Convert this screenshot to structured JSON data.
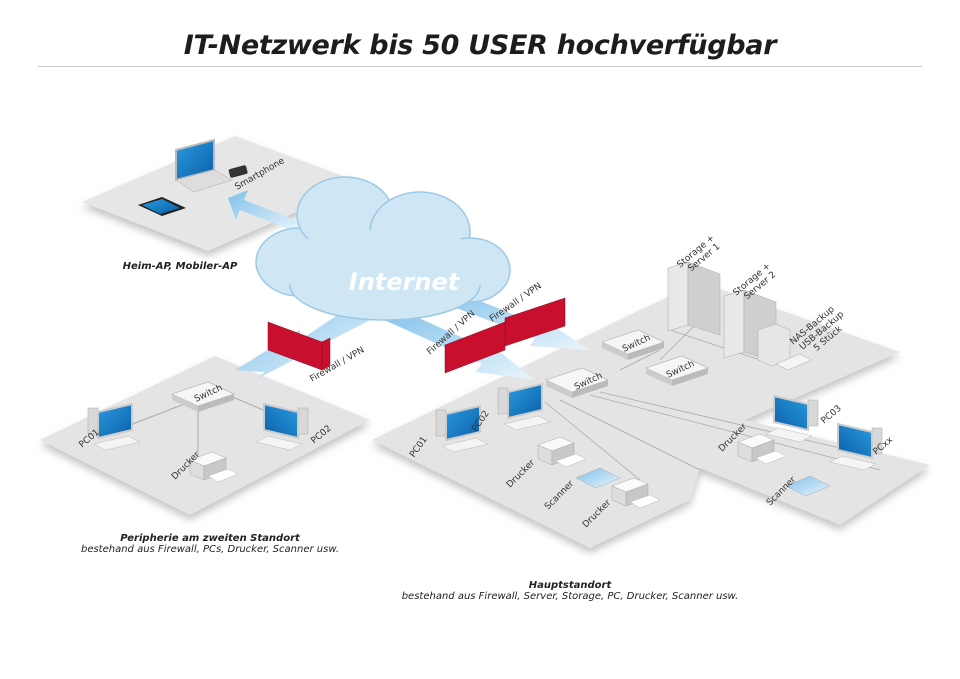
{
  "title": "IT-Netzwerk bis 50 USER hochverfügbar",
  "cloud": {
    "label": "Internet"
  },
  "home": {
    "caption": "Heim-AP, Mobiler-AP",
    "devices": [
      "Smartphone"
    ]
  },
  "site2": {
    "caption_title": "Peripherie am zweiten Standort",
    "caption_sub": "bestehand aus Firewall, PCs, Drucker, Scanner usw.",
    "labels": {
      "switch": "Switch",
      "pc1": "PC01",
      "pc2": "PC02",
      "printer": "Drucker",
      "firewall": "Firewall / VPN"
    }
  },
  "main": {
    "caption_title": "Hauptstandort",
    "caption_sub": "bestehand aus Firewall, Server, Storage, PC, Drucker, Scanner usw.",
    "labels": {
      "switch": "Switch",
      "server1": [
        "Storage +",
        "Server 1"
      ],
      "server2": [
        "Storage +",
        "Server 2"
      ],
      "nas": [
        "NAS-Backup",
        "USB-Backup",
        "5 Stück"
      ],
      "pc1": "PC01",
      "pc2": "PC02",
      "pc3": "PC03",
      "pcxx": "PCxx",
      "printer": "Drucker",
      "scanner": "Scanner",
      "firewall": "Firewall / VPN"
    }
  },
  "colors": {
    "arrow": "#9fd0ee",
    "firewall": "#c8102e",
    "screen": "#1a7fc8",
    "floor": "#e4e4e4",
    "cloud": "#cfe6f5"
  }
}
